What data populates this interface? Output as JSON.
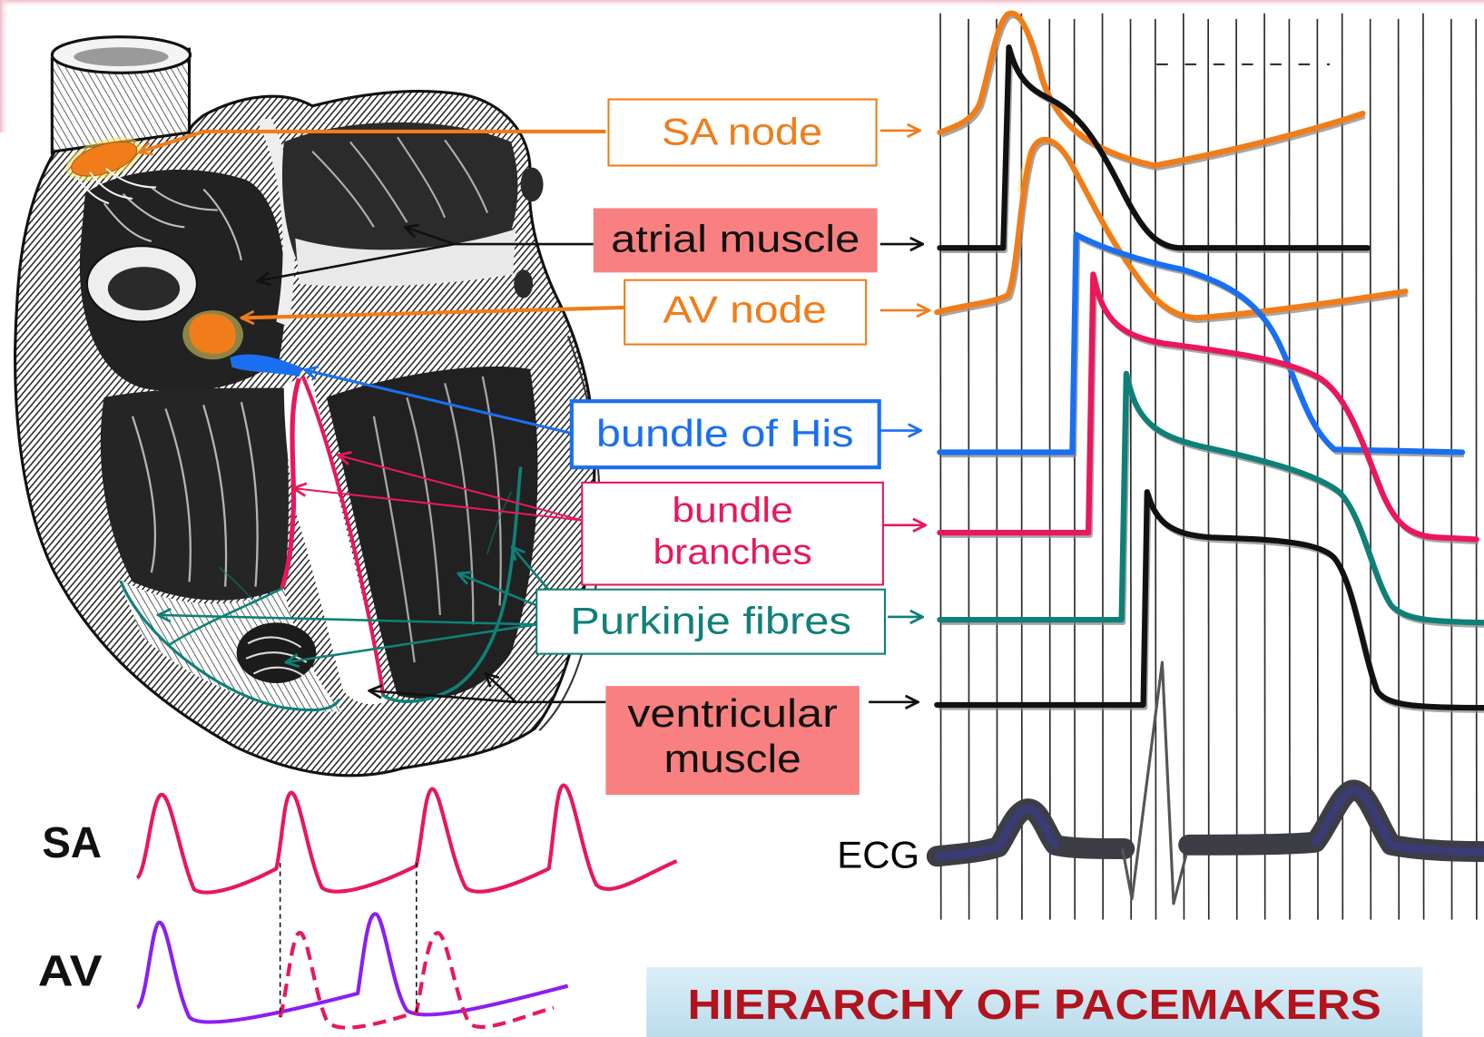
{
  "title": "HIERARCHY OF PACEMAKERS",
  "labels": {
    "sa_node": "SA node",
    "atrial_muscle": "atrial muscle",
    "av_node": "AV node",
    "bundle_of_his": "bundle of His",
    "bundle_branches": [
      "bundle",
      "branches"
    ],
    "purkinje_fibres": "Purkinje fibres",
    "ventricular_muscle": [
      "ventricular",
      "muscle"
    ],
    "ecg": "ECG"
  },
  "rhythm_strip": {
    "sa": "SA",
    "av": "AV"
  },
  "colors": {
    "sa_node": "#f07d1a",
    "av_node": "#f07d1a",
    "atrial_muscle": "#111111",
    "bundle_of_his": "#1a6ff0",
    "bundle_branches": "#e8185a",
    "purkinje_fibres": "#0f8078",
    "ventricular_muscle": "#111111",
    "muscle_label_fill": "#f98080",
    "sa_rhythm": "#e8185a",
    "av_rhythm": "#8b1ff2",
    "ecg_trace": "#3d3d45",
    "title_text": "#b2141e",
    "title_banner": "#bcdcec"
  }
}
